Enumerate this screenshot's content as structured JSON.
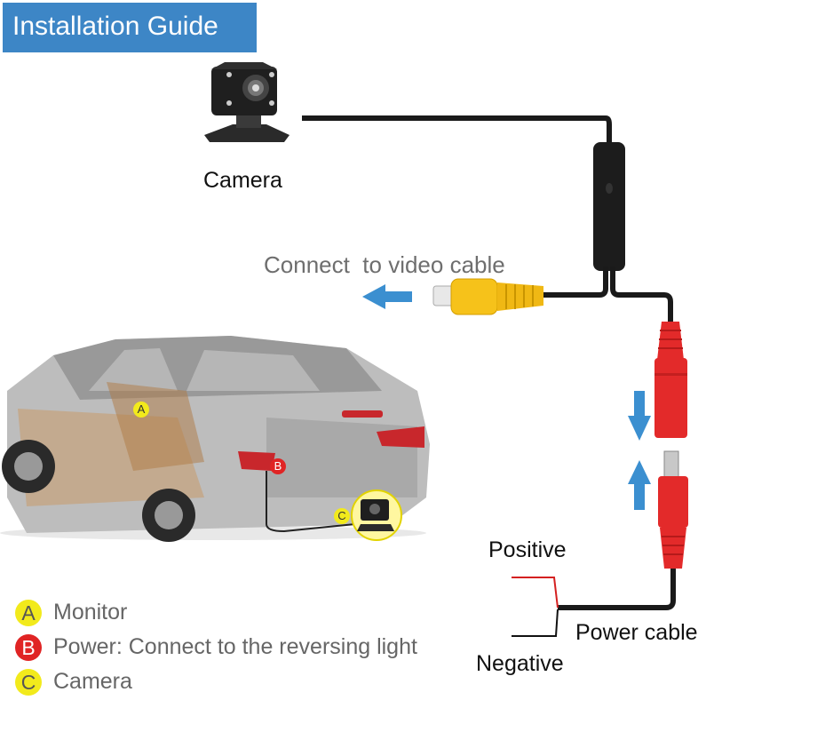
{
  "header": {
    "title": "Installation Guide"
  },
  "labels": {
    "camera": "Camera",
    "connect_video": "Connect  to video cable",
    "positive": "Positive",
    "negative": "Negative",
    "power_cable": "Power cable"
  },
  "car_markers": {
    "a": "A",
    "b": "B",
    "c": "C"
  },
  "legend": [
    {
      "badge": "A",
      "text": "Monitor",
      "color": "#f2ea1c"
    },
    {
      "badge": "B",
      "text": "Power: Connect to the reversing light",
      "color": "#e02424"
    },
    {
      "badge": "C",
      "text": "Camera",
      "color": "#f2ea1c"
    }
  ],
  "colors": {
    "banner": "#3d86c6",
    "arrow": "#3b8fd0",
    "rca": "#f6c21a",
    "plug": "#e32a2a"
  }
}
